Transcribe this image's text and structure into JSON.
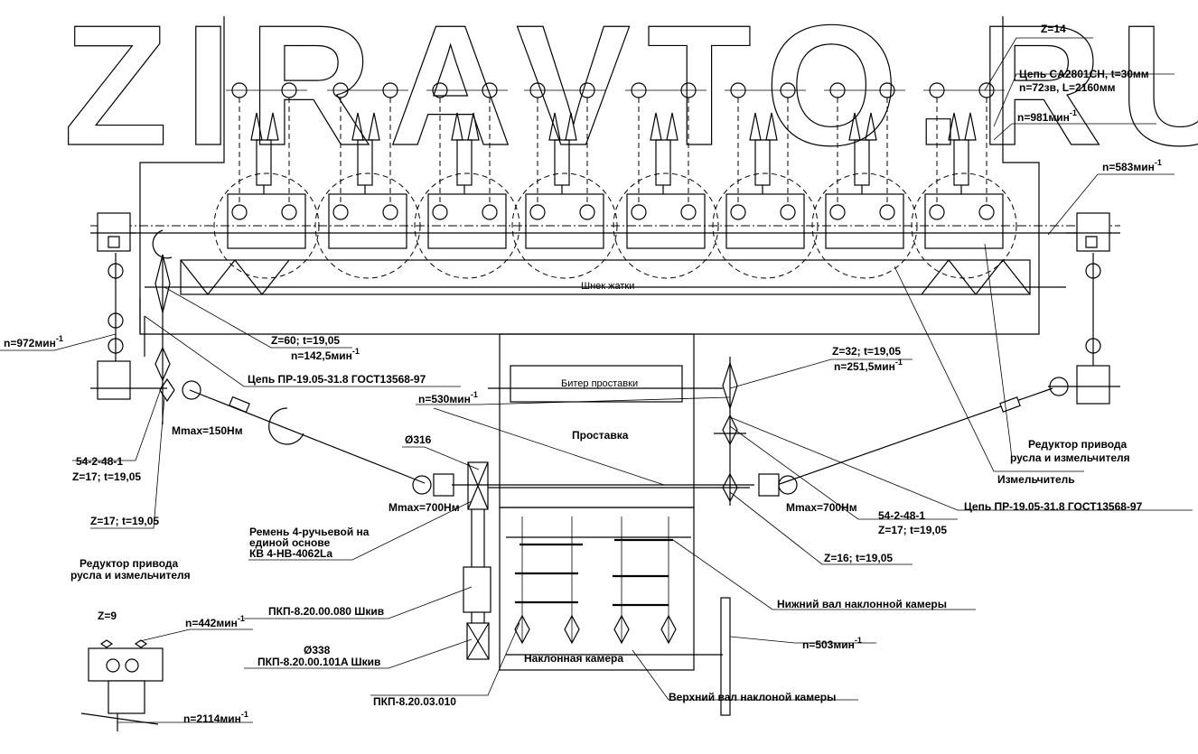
{
  "watermark": "ZIRAVTO.RU",
  "labels": {
    "z14": "Z=14",
    "chain_ca": "Цепь CA2801CH, t=30мм",
    "chain_ca_2": "n=72зв, L=2160мм",
    "n981": "n=981мин",
    "n583": "n=583мин",
    "shnek": "Шнек жатки",
    "n972": "n=972мин",
    "z60": "Z=60; t=19,05",
    "n142": "n=142,5мин",
    "chain_pr_left": "Цепь ПР-19.05-31.8 ГОСТ13568-97",
    "z32": "Z=32; t=19,05",
    "n251": "n=251,5мин",
    "biter": "Битер проставки",
    "n530": "n=530мин",
    "prostavka": "Проставка",
    "mmax150": "Mmax=150Нм",
    "d316": "Ø316",
    "reducer_right_1": "Редуктор привода",
    "reducer_right_2": "русла и измельчителя",
    "izmelchitel": "Измельчитель",
    "code_left": "54-2-48-1",
    "z17_left": "Z=17; t=19,05",
    "mmax700_left": "Mmax=700Нм",
    "mmax700_right": "Mmax=700Нм",
    "chain_pr_right": "Цепь ПР-19.05-31.8 ГОСТ13568-97",
    "code_right": "54-2-48-1",
    "z17_right": "Z=17; t=19,05",
    "z17_bottom": "Z=17; t=19,05",
    "belt_1": "Ремень 4-ручьевой на",
    "belt_2": "единой основе",
    "belt_3": "КВ 4-НВ-4062La",
    "z16": "Z=16; t=19,05",
    "reducer_left_1": "Редуктор привода",
    "reducer_left_2": "русла и измельчителя",
    "pkp080": "ПКП-8.20.00.080 Шкив",
    "lower_shaft": "Нижний вал наклонной камеры",
    "z9": "Z=9",
    "n442": "n=442мин",
    "d338": "Ø338",
    "pkp101": "ПКП-8.20.00.101A Шкив",
    "naklon": "Наклонная камера",
    "n503": "n=503мин",
    "pkp03": "ПКП-8.20.03.010",
    "upper_shaft": "Верхний вал наклоной камеры",
    "n2114": "n=2114мин",
    "sup": "-1"
  }
}
